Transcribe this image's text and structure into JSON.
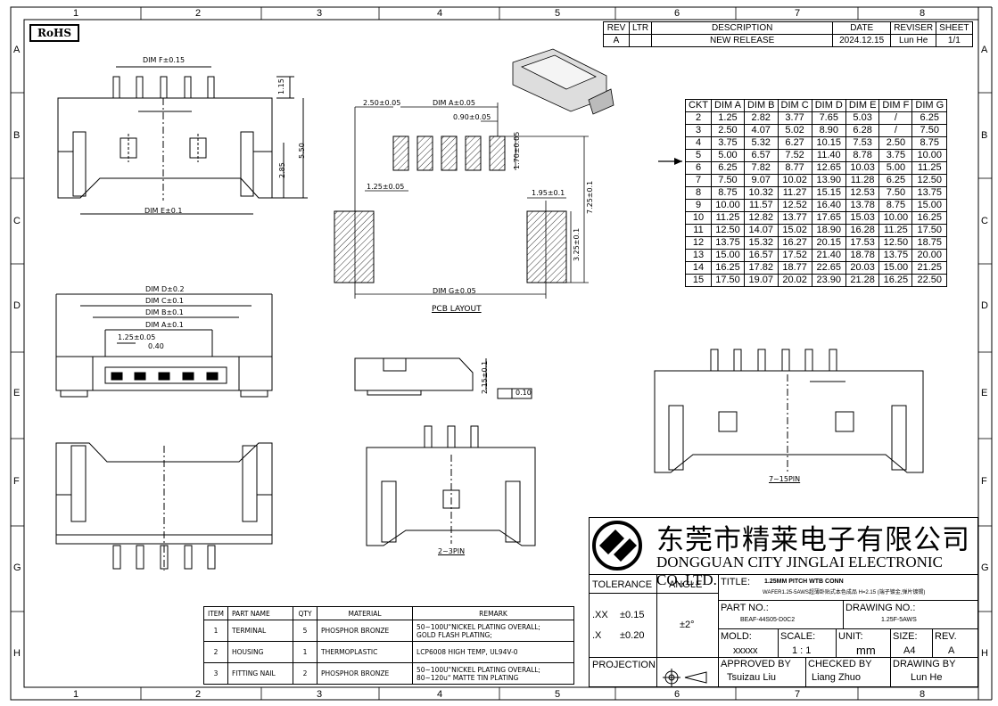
{
  "zones": {
    "columns": [
      "1",
      "2",
      "3",
      "4",
      "5",
      "6",
      "7",
      "8"
    ],
    "rows": [
      "A",
      "B",
      "C",
      "D",
      "E",
      "F",
      "G",
      "H"
    ]
  },
  "rohs": "RoHS",
  "revision": {
    "headers": [
      "REV",
      "LTR",
      "DESCRIPTION",
      "DATE",
      "REVISER",
      "SHEET"
    ],
    "row": [
      "A",
      "",
      "NEW RELEASE",
      "2024.12.15",
      "Lun He",
      "1/1"
    ]
  },
  "dim_table": {
    "headers": [
      "CKT",
      "DIM A",
      "DIM B",
      "DIM C",
      "DIM D",
      "DIM E",
      "DIM F",
      "DIM G"
    ],
    "rows": [
      [
        "2",
        "1.25",
        "2.82",
        "3.77",
        "7.65",
        "5.03",
        "/",
        "6.25"
      ],
      [
        "3",
        "2.50",
        "4.07",
        "5.02",
        "8.90",
        "6.28",
        "/",
        "7.50"
      ],
      [
        "4",
        "3.75",
        "5.32",
        "6.27",
        "10.15",
        "7.53",
        "2.50",
        "8.75"
      ],
      [
        "5",
        "5.00",
        "6.57",
        "7.52",
        "11.40",
        "8.78",
        "3.75",
        "10.00"
      ],
      [
        "6",
        "6.25",
        "7.82",
        "8.77",
        "12.65",
        "10.03",
        "5.00",
        "11.25"
      ],
      [
        "7",
        "7.50",
        "9.07",
        "10.02",
        "13.90",
        "11.28",
        "6.25",
        "12.50"
      ],
      [
        "8",
        "8.75",
        "10.32",
        "11.27",
        "15.15",
        "12.53",
        "7.50",
        "13.75"
      ],
      [
        "9",
        "10.00",
        "11.57",
        "12.52",
        "16.40",
        "13.78",
        "8.75",
        "15.00"
      ],
      [
        "10",
        "11.25",
        "12.82",
        "13.77",
        "17.65",
        "15.03",
        "10.00",
        "16.25"
      ],
      [
        "11",
        "12.50",
        "14.07",
        "15.02",
        "18.90",
        "16.28",
        "11.25",
        "17.50"
      ],
      [
        "12",
        "13.75",
        "15.32",
        "16.27",
        "20.15",
        "17.53",
        "12.50",
        "18.75"
      ],
      [
        "13",
        "15.00",
        "16.57",
        "17.52",
        "21.40",
        "18.78",
        "13.75",
        "20.00"
      ],
      [
        "14",
        "16.25",
        "17.82",
        "18.77",
        "22.65",
        "20.03",
        "15.00",
        "21.25"
      ],
      [
        "15",
        "17.50",
        "19.07",
        "20.02",
        "23.90",
        "21.28",
        "16.25",
        "22.50"
      ]
    ]
  },
  "drawing_labels": {
    "dim_f": "DIM F±0.15",
    "dim_e": "DIM E±0.1",
    "d_115": "1.15",
    "d_550": "5.50",
    "d_285": "2.85",
    "pcb_250": "2.50±0.05",
    "pcb_dim_a": "DIM A±0.05",
    "pcb_090": "0.90±0.05",
    "pcb_170": "1.70±0.05",
    "pcb_125": "1.25±0.05",
    "pcb_195": "1.95±0.1",
    "pcb_725": "7.25±0.1",
    "pcb_325": "3.25±0.1",
    "pcb_dim_g": "DIM G±0.05",
    "pcb_layout": "PCB LAYOUT",
    "dim_d": "DIM D±0.2",
    "dim_c": "DIM C±0.1",
    "dim_b": "DIM B±0.1",
    "dim_a": "DIM A±0.1",
    "d_125": "1.25±0.05",
    "d_040": "0.40",
    "d_215": "2.15±0.1",
    "flat_010": "0.10",
    "view_2_3": "2~3PIN",
    "view_7_15": "7~15PIN"
  },
  "bom": {
    "headers": [
      "ITEM",
      "PART NAME",
      "QTY",
      "MATERIAL",
      "REMARK"
    ],
    "rows": [
      {
        "item": "1",
        "name": "TERMINAL",
        "qty": "5",
        "material": "PHOSPHOR BRONZE",
        "remark1": "50~100U\"NICKEL PLATING OVERALL;",
        "remark2": "GOLD FLASH PLATING;"
      },
      {
        "item": "2",
        "name": "HOUSING",
        "qty": "1",
        "material": "THERMOPLASTIC",
        "remark1": "LCP6008 HIGH TEMP, UL94V-0",
        "remark2": ""
      },
      {
        "item": "3",
        "name": "FITTING NAIL",
        "qty": "2",
        "material": "PHOSPHOR BRONZE",
        "remark1": "50~100U\"NICKEL PLATING OVERALL;",
        "remark2": "80~120u\" MATTE TIN PLATING"
      }
    ]
  },
  "title_block": {
    "company_cn": "东莞市精莱电子有限公司",
    "company_en": "DONGGUAN CITY JINGLAI ELECTRONIC CO.,LTD.",
    "tolerance_label": "TOLERANCE",
    "angle_label": "ANGLE",
    "tol_xx": ".XX",
    "tol_xx_val": "±0.15",
    "tol_x": ".X",
    "tol_x_val": "±0.20",
    "angle_val": "±2°",
    "projection": "PROJECTION",
    "title_label": "TITLE:",
    "title_line1": "1.25MM PITCH WTB CONN",
    "title_line2": "WAFER1.25-5AWS超薄卧贴式本色成品 H=2.15 (端子镀金,弹片镀锡)",
    "part_no_label": "PART NO.:",
    "part_no": "BEAF-44S05-D0C2",
    "drawing_no_label": "DRAWING NO.:",
    "drawing_no": "1.25F-5AWS",
    "mold_label": "MOLD:",
    "mold": "xxxxx",
    "scale_label": "SCALE:",
    "scale": "1 : 1",
    "unit_label": "UNIT:",
    "unit": "mm",
    "size_label": "SIZE:",
    "size": "A4",
    "rev_label": "REV.",
    "rev": "A",
    "approved_label": "APPROVED BY",
    "approved": "Tsuizau Liu",
    "checked_label": "CHECKED BY",
    "checked": "Liang Zhuo",
    "drawing_by_label": "DRAWING BY",
    "drawing_by": "Lun He"
  }
}
